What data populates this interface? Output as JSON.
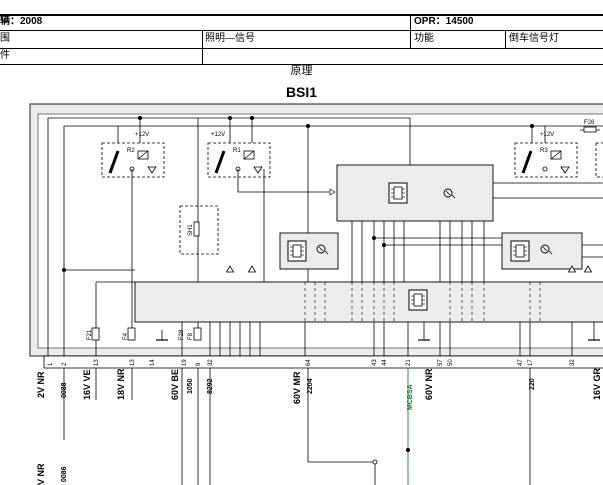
{
  "header": {
    "row1_left": "辆：2008",
    "row1_right": "OPR：14500",
    "row2_left": "围",
    "row2_mid": "照明—信号",
    "row2_func": "功能",
    "row2_value": "倒车信号灯",
    "row3_left": "件"
  },
  "diagram": {
    "section_title": "原理",
    "module_title": "BSI1",
    "fuse_label": "F26",
    "relays": [
      {
        "name": "R2",
        "supply": "+12V"
      },
      {
        "name": "R1",
        "supply": "+12V"
      },
      {
        "name": "R3",
        "supply": "+12V"
      }
    ],
    "shunt_label": "SH1",
    "fuses": [
      "F21",
      "F4",
      "F28",
      "F8"
    ],
    "pin_numbers": [
      "1",
      "2",
      "13",
      "13",
      "14",
      "19",
      "9",
      "32",
      "64",
      "43",
      "44",
      "21",
      "57",
      "50",
      "47",
      "17",
      "32"
    ],
    "wire_labels": [
      "2V NR",
      "0088",
      "16V VE",
      "18V NR",
      "60V BE",
      "1050",
      "8292",
      "60V MR",
      "2204",
      "MCBSA",
      "60V NR",
      "220",
      "16V GR"
    ],
    "bottom_labels": [
      "V NR",
      "0086"
    ],
    "colors": {
      "line": "#000000",
      "frame": "#444444",
      "green": "#1a7a30",
      "fill": "#e6e6e6"
    }
  }
}
